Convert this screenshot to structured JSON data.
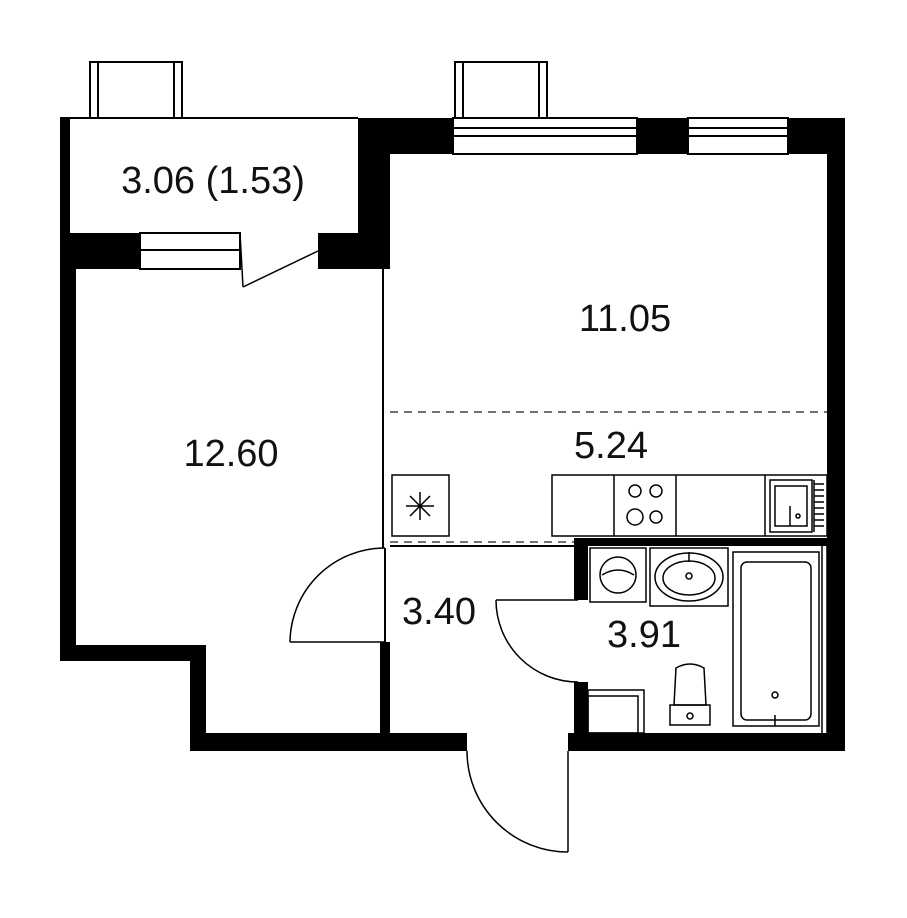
{
  "rooms": {
    "balcony": {
      "label": "3.06 (1.53)"
    },
    "bedroom": {
      "label": "12.60"
    },
    "living": {
      "label": "11.05"
    },
    "kitchen": {
      "label": "5.24"
    },
    "hallway": {
      "label": "3.40"
    },
    "bathroom": {
      "label": "3.91"
    }
  },
  "colors": {
    "wall": "#000000",
    "line": "#111111",
    "background": "#ffffff"
  }
}
